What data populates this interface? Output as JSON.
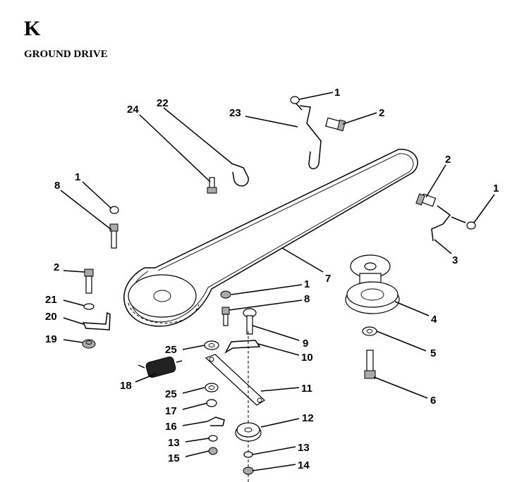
{
  "header": {
    "section_letter": "K",
    "section_title": "GROUND DRIVE"
  },
  "callouts": {
    "c1a": "1",
    "c2a": "2",
    "c23": "23",
    "c22": "22",
    "c24": "24",
    "c1b": "1",
    "c8a": "8",
    "c2b": "2",
    "c1c": "1",
    "c3": "3",
    "c7": "7",
    "c2c": "2",
    "c21": "21",
    "c20": "20",
    "c19": "19",
    "c1d": "1",
    "c8b": "8",
    "c4": "4",
    "c5": "5",
    "c9": "9",
    "c10": "10",
    "c25a": "25",
    "c18": "18",
    "c11": "11",
    "c25b": "25",
    "c6": "6",
    "c17": "17",
    "c16": "16",
    "c12": "12",
    "c13a": "13",
    "c13b": "13",
    "c15": "15",
    "c14": "14"
  }
}
